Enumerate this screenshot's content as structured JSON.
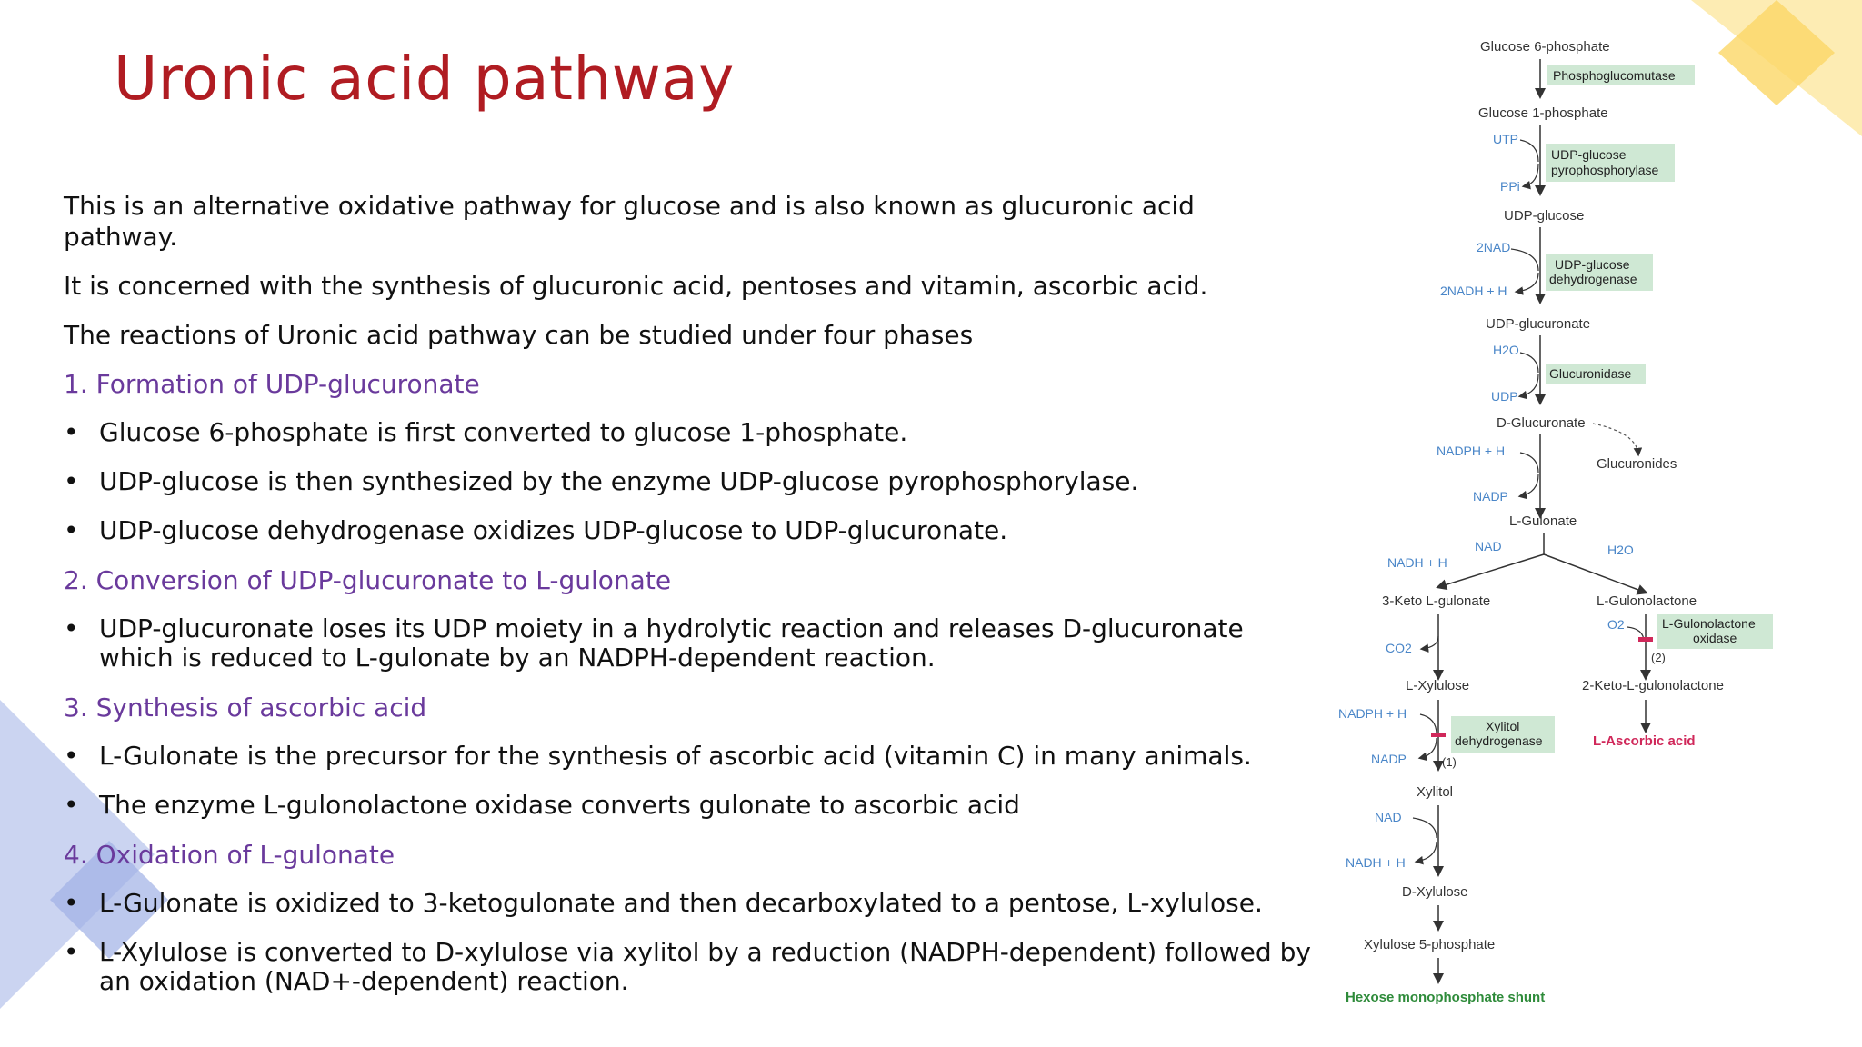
{
  "slide": {
    "title": "Uronic acid pathway",
    "intro": [
      "This is an alternative oxidative pathway for glucose and is also known as glucuronic acid pathway.",
      "It is concerned with the synthesis of glucuronic acid, pentoses and vitamin, ascorbic acid.",
      "The reactions of Uronic acid pathway can be studied under four phases"
    ],
    "bullet_char": "•",
    "phases": [
      {
        "heading": "1. Formation of UDP-glucuronate",
        "bullets": [
          "Glucose 6-phosphate is first converted to glucose 1-phosphate.",
          "UDP-glucose is then synthesized by the enzyme UDP-glucose pyrophosphorylase.",
          "UDP-glucose dehydrogenase oxidizes UDP-glucose to UDP-glucuronate."
        ]
      },
      {
        "heading": "2. Conversion of UDP-glucuronate to L-gulonate",
        "bullets": [
          "UDP-glucuronate loses its UDP moiety in a hydrolytic reaction and releases D-glucuronate which is reduced to L-gulonate by an NADPH-dependent reaction."
        ]
      },
      {
        "heading": "3. Synthesis of ascorbic acid",
        "bullets": [
          "L-Gulonate is the precursor for the synthesis of ascorbic acid (vitamin C) in many animals.",
          "The enzyme L-gulonolactone oxidase converts gulonate to ascorbic acid"
        ]
      },
      {
        "heading": "4. Oxidation of L-gulonate",
        "bullets": [
          "L-Gulonate is oxidized to 3-ketogulonate and then decarboxylated to a pentose, L-xylulose.",
          "L-Xylulose is converted to D-xylulose via xylitol by a reduction (NADPH-dependent) followed by an oxidation (NAD+-dependent) reaction."
        ]
      }
    ]
  },
  "diagram": {
    "metabolites": {
      "g6p": "Glucose 6-phosphate",
      "g1p": "Glucose 1-phosphate",
      "udpg": "UDP-glucose",
      "udpgluc": "UDP-glucuronate",
      "dgluc": "D-Glucuronate",
      "glucuronides": "Glucuronides",
      "lgul": "L-Gulonate",
      "keto": "3-Keto L-gulonate",
      "lgullact": "L-Gulonolactone",
      "lxyl": "L-Xylulose",
      "ketolact": "2-Keto-L-gulonolactone",
      "ascorbic": "L-Ascorbic acid",
      "xylitol": "Xylitol",
      "dxyl": "D-Xylulose",
      "x5p": "Xylulose 5-phosphate",
      "hmp": "Hexose monophosphate shunt"
    },
    "enzymes": {
      "e1": "Phosphoglucomutase",
      "e2a": "UDP-glucose",
      "e2b": "pyrophosphorylase",
      "e3a": "UDP-glucose",
      "e3b": "dehydrogenase",
      "e4": "Glucuronidase",
      "e5a": "L-Gulonolactone",
      "e5b": "oxidase",
      "e6a": "Xylitol",
      "e6b": "dehydrogenase"
    },
    "cofactors": {
      "utp": "UTP",
      "ppi": "PPi",
      "nad2": "2NAD",
      "nadh2": "2NADH + H",
      "h2o_a": "H2O",
      "udp": "UDP",
      "nadph_a": "NADPH + H",
      "nadp_a": "NADP",
      "nad_a": "NAD",
      "nadh_a": "NADH + H",
      "h2o_b": "H2O",
      "o2": "O2",
      "co2": "CO2",
      "nadph_b": "NADPH + H",
      "nadp_b": "NADP",
      "nad_b": "NAD",
      "nadh_b": "NADH + H"
    },
    "step_numbers": {
      "n1": "(1)",
      "n2": "(2)"
    },
    "colors": {
      "enzyme_box": "#cfe8d4",
      "cofactor": "#4a86c8",
      "block": "#d0285a",
      "product_green": "#2e8b3a"
    }
  }
}
